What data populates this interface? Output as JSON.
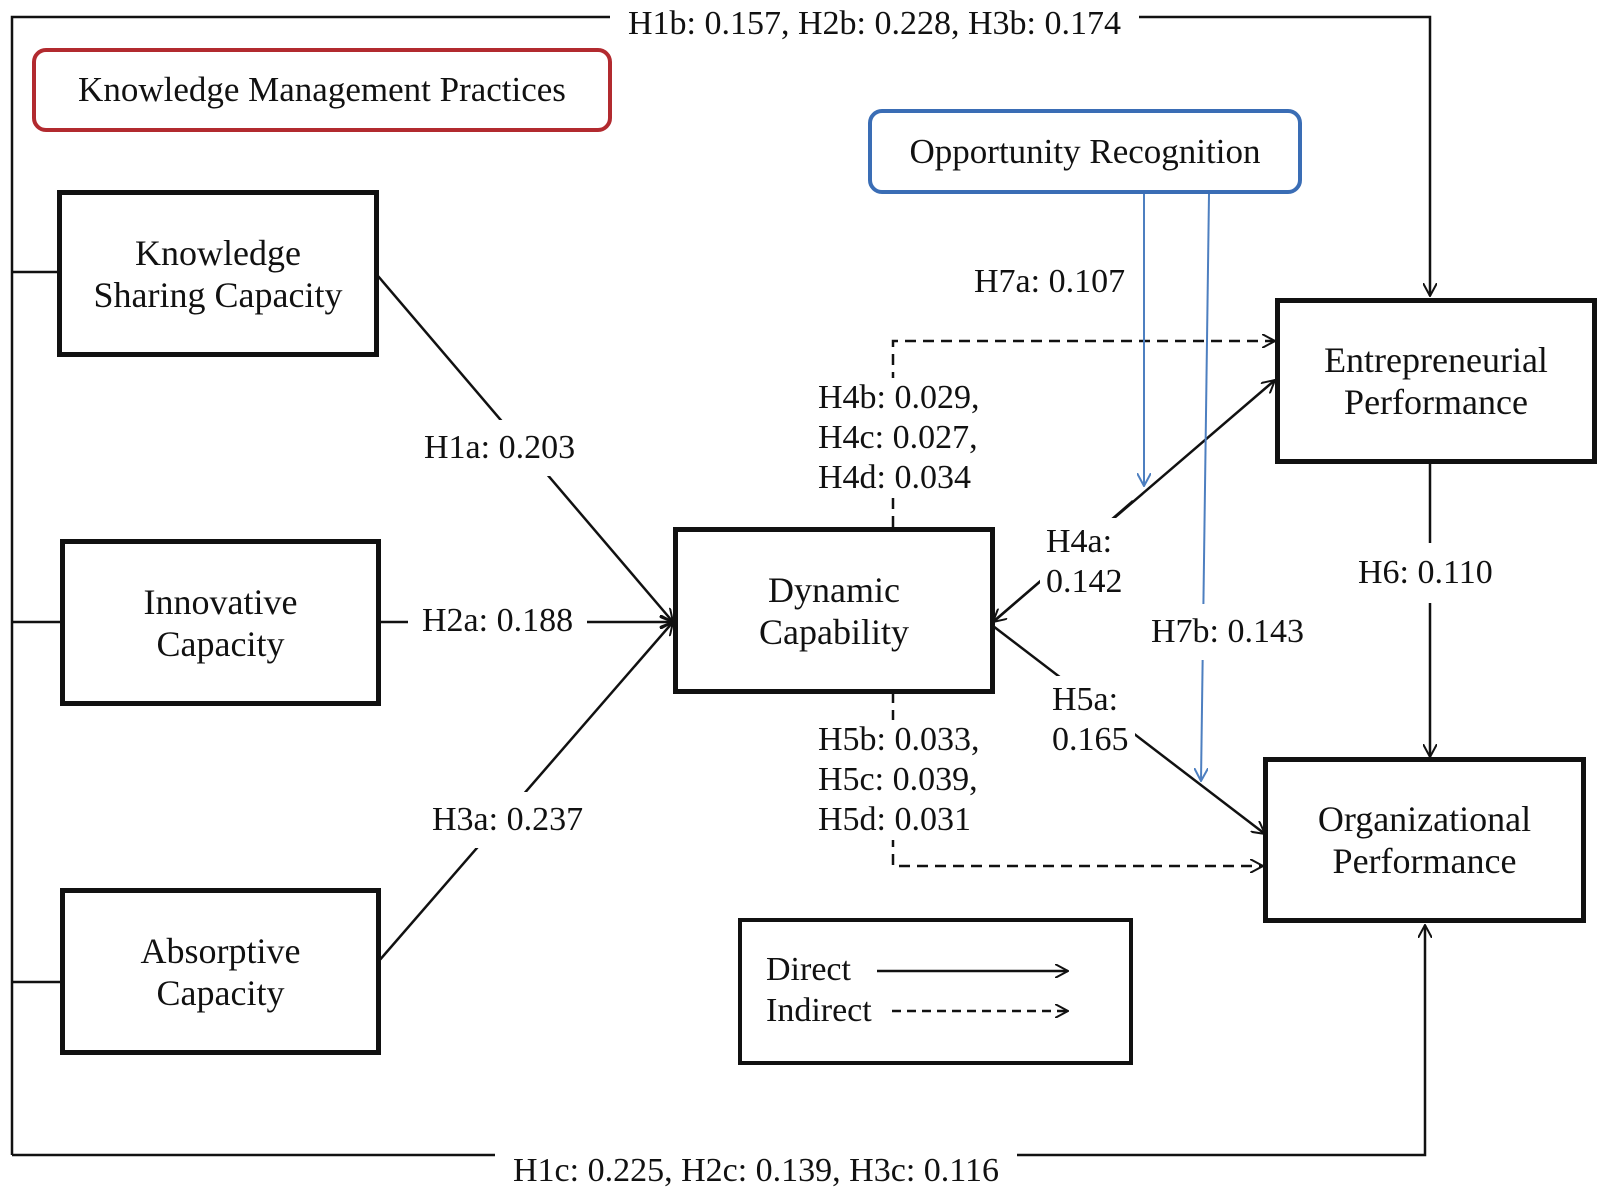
{
  "group_label": "Knowledge Management Practices",
  "moderator_label": "Opportunity Recognition",
  "nodes": {
    "ksc": [
      "Knowledge",
      "Sharing Capacity"
    ],
    "ic": [
      "Innovative",
      "Capacity"
    ],
    "ac": [
      "Absorptive",
      "Capacity"
    ],
    "dc": [
      "Dynamic",
      "Capability"
    ],
    "ep": [
      "Entrepreneurial",
      "Performance"
    ],
    "op": [
      "Organizational",
      "Performance"
    ]
  },
  "paths": {
    "top": "H1b: 0.157, H2b: 0.228, H3b: 0.174",
    "bottom": "H1c: 0.225, H2c: 0.139, H3c: 0.116",
    "h1a": "H1a: 0.203",
    "h2a": "H2a: 0.188",
    "h3a": "H3a: 0.237",
    "h4bcd": [
      "H4b: 0.029,",
      "H4c: 0.027,",
      "H4d: 0.034"
    ],
    "h5bcd": [
      "H5b: 0.033,",
      "H5c: 0.039,",
      "H5d: 0.031"
    ],
    "h4a": [
      "H4a:",
      "0.142"
    ],
    "h5a": [
      "H5a:",
      "0.165"
    ],
    "h6": "H6: 0.110",
    "h7a": "H7a: 0.107",
    "h7b": "H7b: 0.143"
  },
  "legend": {
    "direct": "Direct",
    "indirect": "Indirect"
  },
  "colors": {
    "group_border": "#b22a2f",
    "moderator_border": "#3a6db5",
    "moderator_arrow": "#4d7fc0",
    "line": "#111111"
  }
}
